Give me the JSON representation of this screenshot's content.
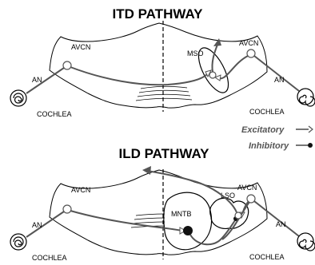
{
  "itd": {
    "title": "ITD PATHWAY",
    "left_avcn": "AVCN",
    "right_avcn": "AVCN",
    "mso": "MSO",
    "left_an": "AN",
    "right_an": "AN",
    "left_cochlea": "COCHLEA",
    "right_cochlea": "COCHLEA"
  },
  "ild": {
    "title": "ILD PATHWAY",
    "left_avcn": "AVCN",
    "right_avcn": "AVCN",
    "mntb": "MNTB",
    "lso": "LSO",
    "left_an": "AN",
    "right_an": "AN",
    "left_cochlea": "COCHLEA",
    "right_cochlea": "COCHLEA"
  },
  "legend": {
    "excitatory": "Excitatory",
    "inhibitory": "Inhibitory"
  },
  "colors": {
    "line": "#555555",
    "outline": "#000000",
    "inhibitory_fill": "#111111"
  }
}
